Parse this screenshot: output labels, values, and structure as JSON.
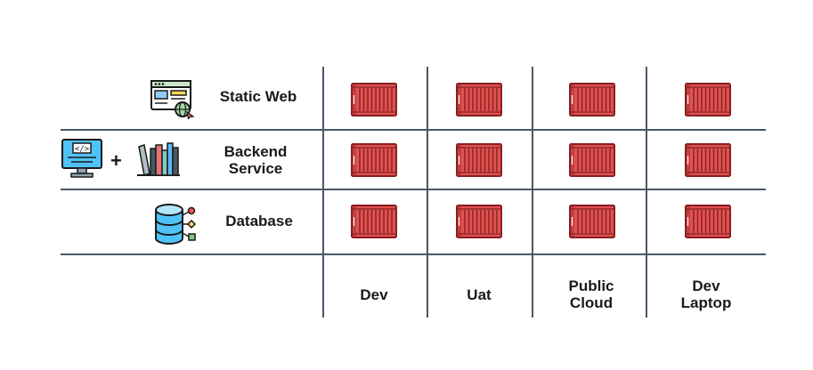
{
  "rows": [
    {
      "label": "Static Web",
      "icons": [
        "web-design-icon"
      ]
    },
    {
      "label_line1": "Backend",
      "label_line2": "Service",
      "icons": [
        "code-monitor-icon",
        "plus-icon",
        "books-icon"
      ]
    },
    {
      "label": "Database",
      "icons": [
        "database-icon"
      ]
    }
  ],
  "plus": "+",
  "columns": [
    {
      "label": "Dev"
    },
    {
      "label": "Uat"
    },
    {
      "label_line1": "Public",
      "label_line2": "Cloud"
    },
    {
      "label_line1": "Dev",
      "label_line2": "Laptop"
    }
  ],
  "cell_icon": "shipping-container-icon",
  "colors": {
    "container": "#e05252",
    "container_dark": "#8a1f1f",
    "grid": "#4a5568"
  }
}
